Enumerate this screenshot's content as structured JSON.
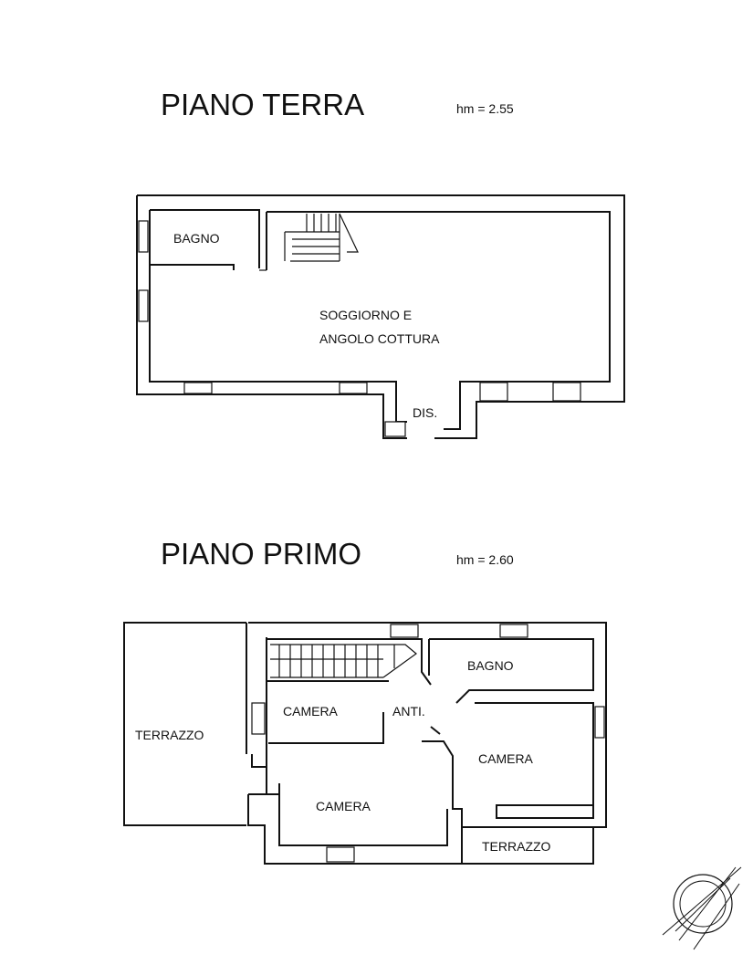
{
  "ground_floor": {
    "title": "PIANO TERRA",
    "height": "hm = 2.55",
    "rooms": {
      "bagno": "BAGNO",
      "soggiorno_1": "SOGGIORNO E",
      "soggiorno_2": "ANGOLO COTTURA",
      "dis": "DIS."
    }
  },
  "first_floor": {
    "title": "PIANO PRIMO",
    "height": "hm = 2.60",
    "rooms": {
      "terrazzo_left": "TERRAZZO",
      "camera_1": "CAMERA",
      "anti": "ANTI.",
      "bagno": "BAGNO",
      "camera_2": "CAMERA",
      "camera_3": "CAMERA",
      "terrazzo_right": "TERRAZZO"
    }
  }
}
